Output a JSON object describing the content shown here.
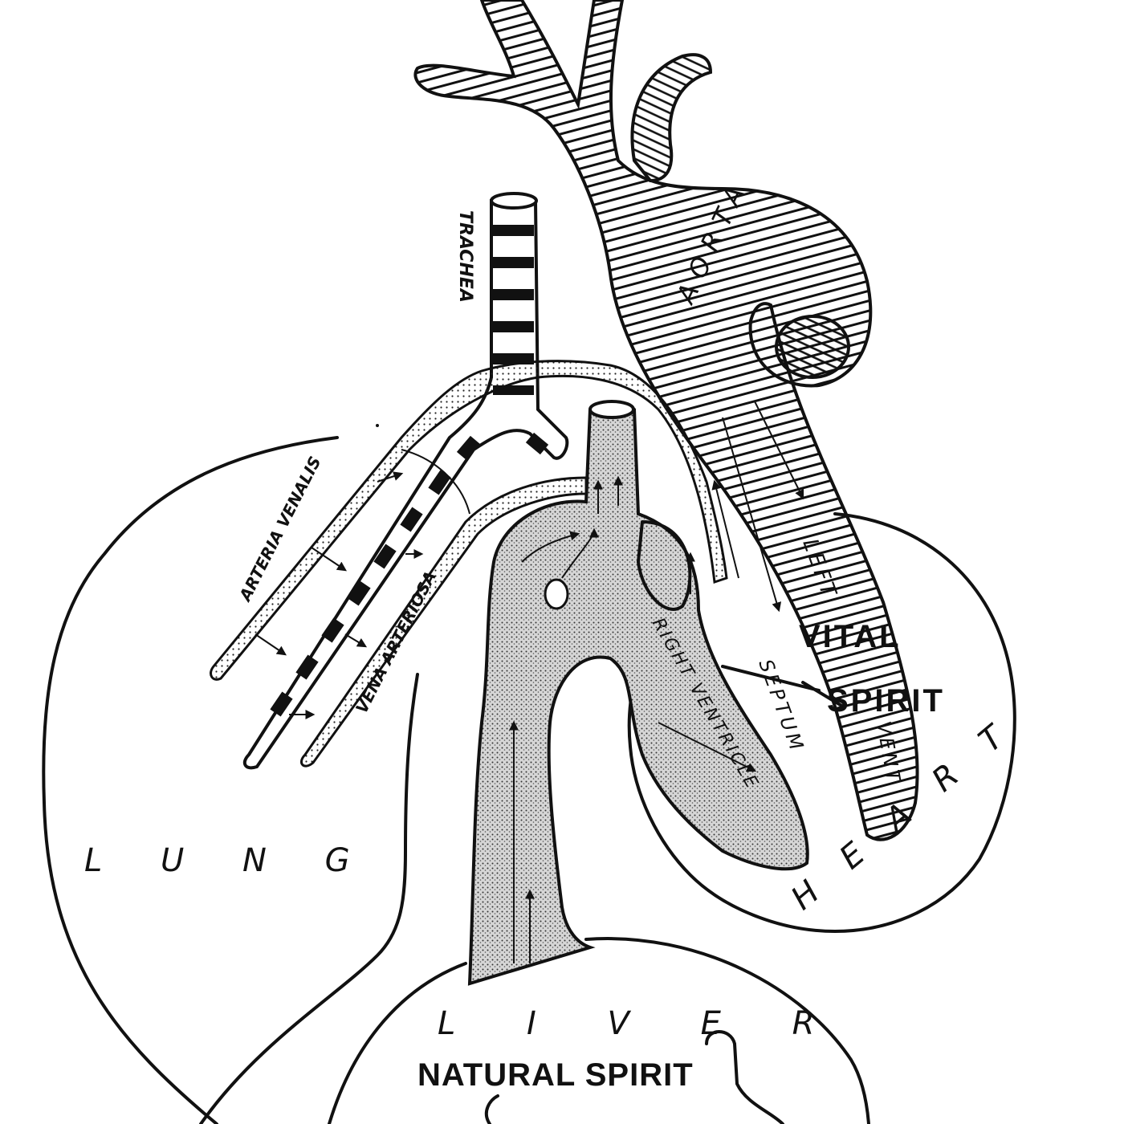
{
  "colors": {
    "ink": "#111111",
    "paper": "#ffffff",
    "stipple": "#bdbdbd"
  },
  "labels": {
    "trachea": "TRACHEA",
    "aorta": "AORTA",
    "arteria_venalis": "ARTERIA VENALIS",
    "vena_arteriosa": "VENA ARTERIOSA",
    "left_ventricle_left": "LEFT",
    "left_ventricle_vent": "VENT",
    "right_ventricle": "RIGHT VENTRICLE",
    "septum": "SEPTUM",
    "vital_spirit_1": "VITAL",
    "vital_spirit_2": "SPIRIT",
    "lung": "L U N G",
    "heart": "H E A R T",
    "liver": "L I V E R",
    "natural_spirit": "NATURAL  SPIRIT"
  }
}
